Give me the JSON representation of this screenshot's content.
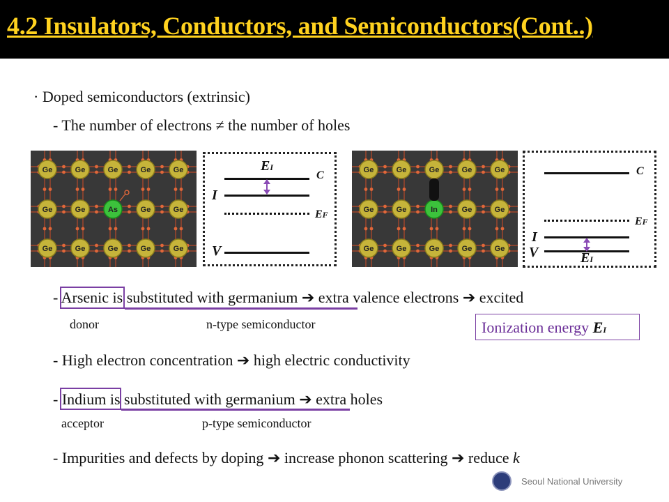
{
  "title": "4.2 Insulators, Conductors, and Semiconductors(Cont..)",
  "bullet": "· Doped semiconductors (extrinsic)",
  "sub_bullet": "- The number of electrons ≠ the number of holes",
  "lattice_left": {
    "rows": [
      [
        "Ge",
        "Ge",
        "Ge",
        "Ge",
        "Ge"
      ],
      [
        "Ge",
        "Ge",
        "As",
        "Ge",
        "Ge"
      ],
      [
        "Ge",
        "Ge",
        "Ge",
        "Ge",
        "Ge"
      ]
    ]
  },
  "lattice_right": {
    "rows": [
      [
        "Ge",
        "Ge",
        "Ge",
        "Ge",
        "Ge"
      ],
      [
        "Ge",
        "Ge",
        "In",
        "Ge",
        "Ge"
      ],
      [
        "Ge",
        "Ge",
        "Ge",
        "Ge",
        "Ge"
      ]
    ]
  },
  "band_labels": {
    "c": "C",
    "i": "I",
    "v": "V",
    "ef_main": "E",
    "ef_sub": "F",
    "ei_main": "E",
    "ei_sub": "I"
  },
  "lines": {
    "arsenic": "- Arsenic is substituted with germanium",
    "arsenic_tail": "extra valence electrons",
    "arsenic_end": "excited",
    "donor": "donor",
    "ntype": "n-type semiconductor",
    "high": "- High electron concentration",
    "high_tail": "high electric conductivity",
    "indium": "- Indium is substituted with germanium",
    "indium_tail": "extra holes",
    "acceptor": "acceptor",
    "ptype": "p-type semiconductor",
    "impurities": "- Impurities and defects by doping",
    "impurities_mid": "increase phonon scattering",
    "impurities_end": "reduce",
    "impurities_k": "k"
  },
  "ionization": {
    "label": "Ionization energy",
    "symbol": "E",
    "symbol_sub": "I"
  },
  "footer": "Seoul National University",
  "colors": {
    "title": "#ffd21f",
    "accent": "#7a3fa3",
    "atom": "#c6b43a",
    "dopant": "#3cc23c"
  }
}
